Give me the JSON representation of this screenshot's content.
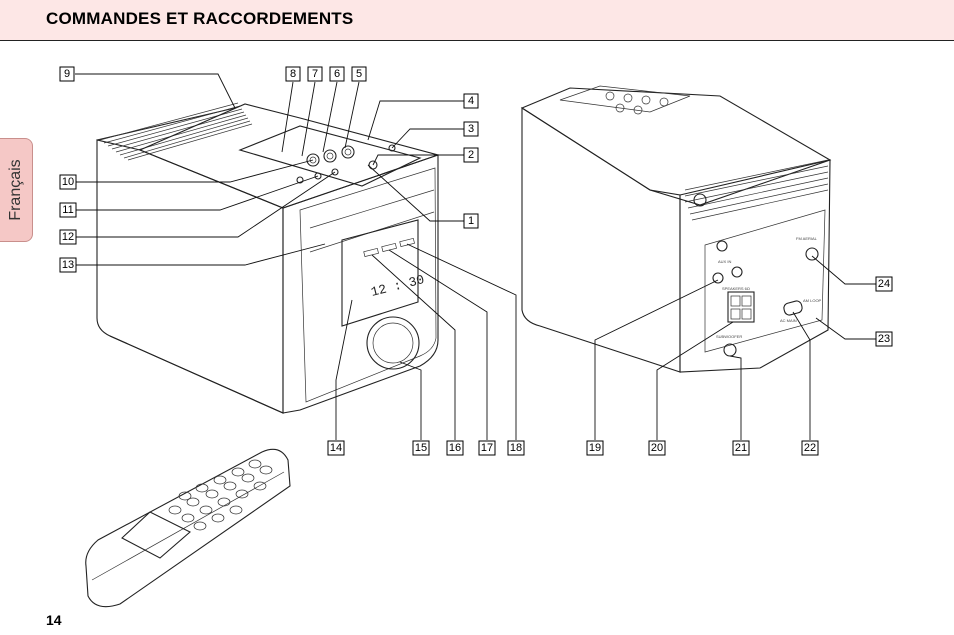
{
  "header": {
    "title": "COMMANDES ET RACCORDEMENTS"
  },
  "side_tab": {
    "label": "Français"
  },
  "page": {
    "number": "14"
  },
  "callouts": [
    "1",
    "2",
    "3",
    "4",
    "5",
    "6",
    "7",
    "8",
    "9",
    "10",
    "11",
    "12",
    "13",
    "14",
    "15",
    "16",
    "17",
    "18",
    "19",
    "20",
    "21",
    "22",
    "23",
    "24"
  ],
  "device_labels": {
    "display_clock": "12 : 30",
    "aux_in": "AUX IN",
    "speakers": "SPEAKERS 6Ω",
    "subwoofer": "SUBWOOFER",
    "fm_aerial": "FM AERIAL",
    "ac_main": "AC MAIN",
    "am_loop": "AM LOOP"
  },
  "colors": {
    "header_bg": "#fde7e6",
    "tab_bg": "#f5c8c6",
    "device_fill": "#fdf3f2"
  }
}
